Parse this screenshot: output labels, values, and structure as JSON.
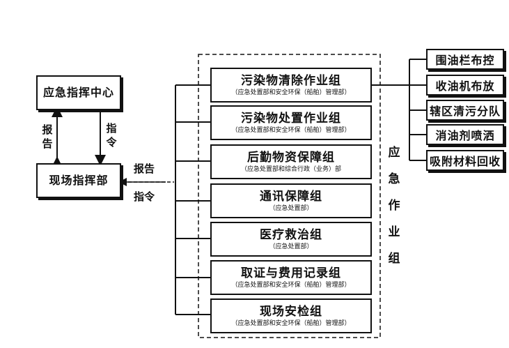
{
  "left": {
    "command_center": "应急指挥中心",
    "report_label": "报告",
    "instruct_label": "指令",
    "site_hq": "现场指挥部",
    "report_right": "报告",
    "instruct_right": "指令"
  },
  "groups": [
    {
      "title": "污染物清除作业组",
      "sub": "（应急处置部和安全环保（船舶）管理部）"
    },
    {
      "title": "污染物处置作业组",
      "sub": "（应急处置部和安全环保（船舶）管理部）"
    },
    {
      "title": "后勤物资保障组",
      "sub": "（应急处置部和综合行政（业务）部"
    },
    {
      "title": "通讯保障组",
      "sub": "（应急处置部）"
    },
    {
      "title": "医疗救治组",
      "sub": "（应急处置部）"
    },
    {
      "title": "取证与费用记录组",
      "sub": "（应急处置部和安全环保（船舶）管理部）"
    },
    {
      "title": "现场安检组",
      "sub": "（应急处置部和安全环保（船舶）管理部）"
    }
  ],
  "emergency_label": [
    "应",
    "急",
    "作",
    "业",
    "组"
  ],
  "right_items": [
    "围油栏布控",
    "收油机布放",
    "辖区清污分队",
    "消油剂喷洒",
    "吸附材料回收"
  ]
}
